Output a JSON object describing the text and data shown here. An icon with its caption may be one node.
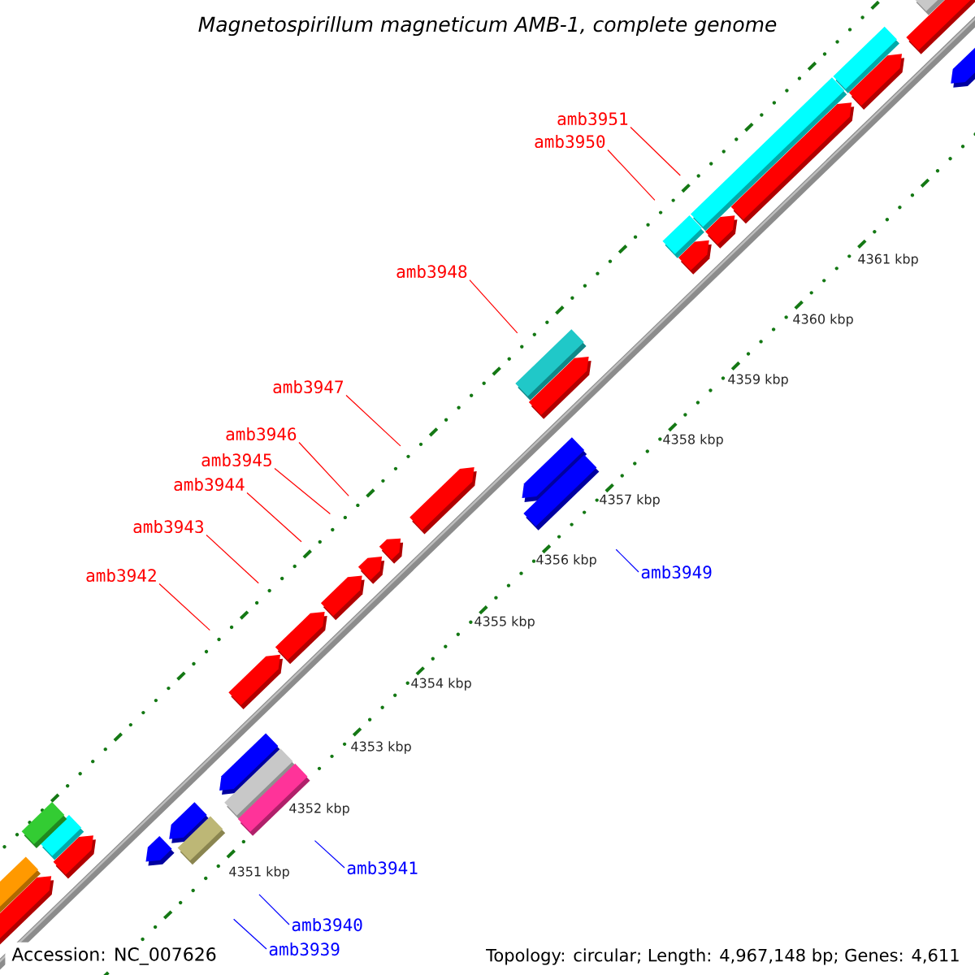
{
  "diagram": {
    "title": "*Magnetospirillum magneticum* AMB-1, complete genome",
    "nodes": [
      {
        "text": [
          "amb3951"
        ]
      },
      {
        "text": [
          "amb3950"
        ]
      },
      {
        "text": [
          "amb3948"
        ]
      },
      {
        "text": [
          "amb3947"
        ]
      },
      {
        "text": [
          "amb3946"
        ]
      },
      {
        "text": [
          "amb3945"
        ]
      },
      {
        "text": [
          "amb3944"
        ]
      },
      {
        "text": [
          "amb3943"
        ]
      },
      {
        "text": [
          "amb3942"
        ]
      },
      {
        "text": [
          "amb3949"
        ]
      },
      {
        "text": [
          "amb3941"
        ]
      },
      {
        "text": [
          "amb3940"
        ]
      },
      {
        "text": [
          "amb3939"
        ]
      }
    ],
    "edges": [
      {
        "from": 0,
        "to": null,
        "arrow": "none"
      },
      {
        "from": 1,
        "to": null,
        "arrow": "none"
      },
      {
        "from": 2,
        "to": null,
        "arrow": "none"
      },
      {
        "from": 3,
        "to": null,
        "arrow": "none"
      },
      {
        "from": 4,
        "to": null,
        "arrow": "none"
      },
      {
        "from": 5,
        "to": null,
        "arrow": "none"
      },
      {
        "from": 6,
        "to": null,
        "arrow": "none"
      },
      {
        "from": 7,
        "to": null,
        "arrow": "none"
      },
      {
        "from": 8,
        "to": null,
        "arrow": "none"
      },
      {
        "from": 9,
        "to": null,
        "arrow": "none",
        "color": "#0000ff"
      },
      {
        "from": 10,
        "to": null,
        "arrow": "none",
        "color": "#0000ff"
      },
      {
        "from": 11,
        "to": null,
        "arrow": "none",
        "color": "#0000ff"
      },
      {
        "from": 12,
        "to": null,
        "arrow": "none",
        "color": "#0000ff"
      }
    ],
    "labels": [
      "4361 kbp",
      "4360 kbp",
      "4359 kbp",
      "4358 kbp",
      "4357 kbp",
      "4356 kbp",
      "4355 kbp",
      "4354 kbp",
      "4353 kbp",
      "4352 kbp",
      "4351 kbp",
      "Accession: NC_007626",
      "Topology: circular; Length: 4,967,148 bp; Genes: 4,611"
    ]
  }
}
